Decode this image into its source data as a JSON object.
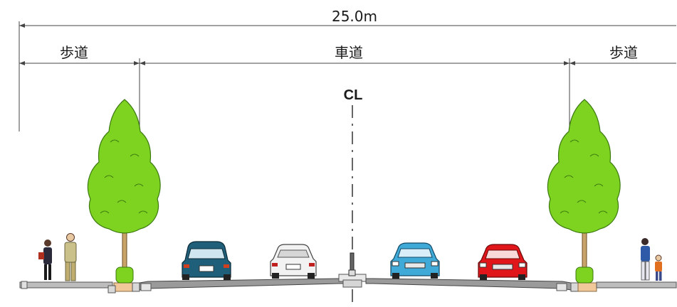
{
  "dimensions": {
    "total_label": "25.0m",
    "left_sidewalk_label": "歩道",
    "roadway_label": "車道",
    "right_sidewalk_label": "歩道",
    "centerline_label": "CL"
  },
  "colors": {
    "tree_foliage": "#7ed321",
    "tree_outline": "#3c7a10",
    "road_surface": "#8a8a8a",
    "curb": "#c8c8c8",
    "car_navy": "#1f5f7a",
    "car_white": "#f2f2f2",
    "car_lightblue": "#3fa9d8",
    "car_red": "#e0161b"
  },
  "icons": [
    "tree-icon",
    "pedestrian-icon",
    "car-icon",
    "median-icon"
  ]
}
